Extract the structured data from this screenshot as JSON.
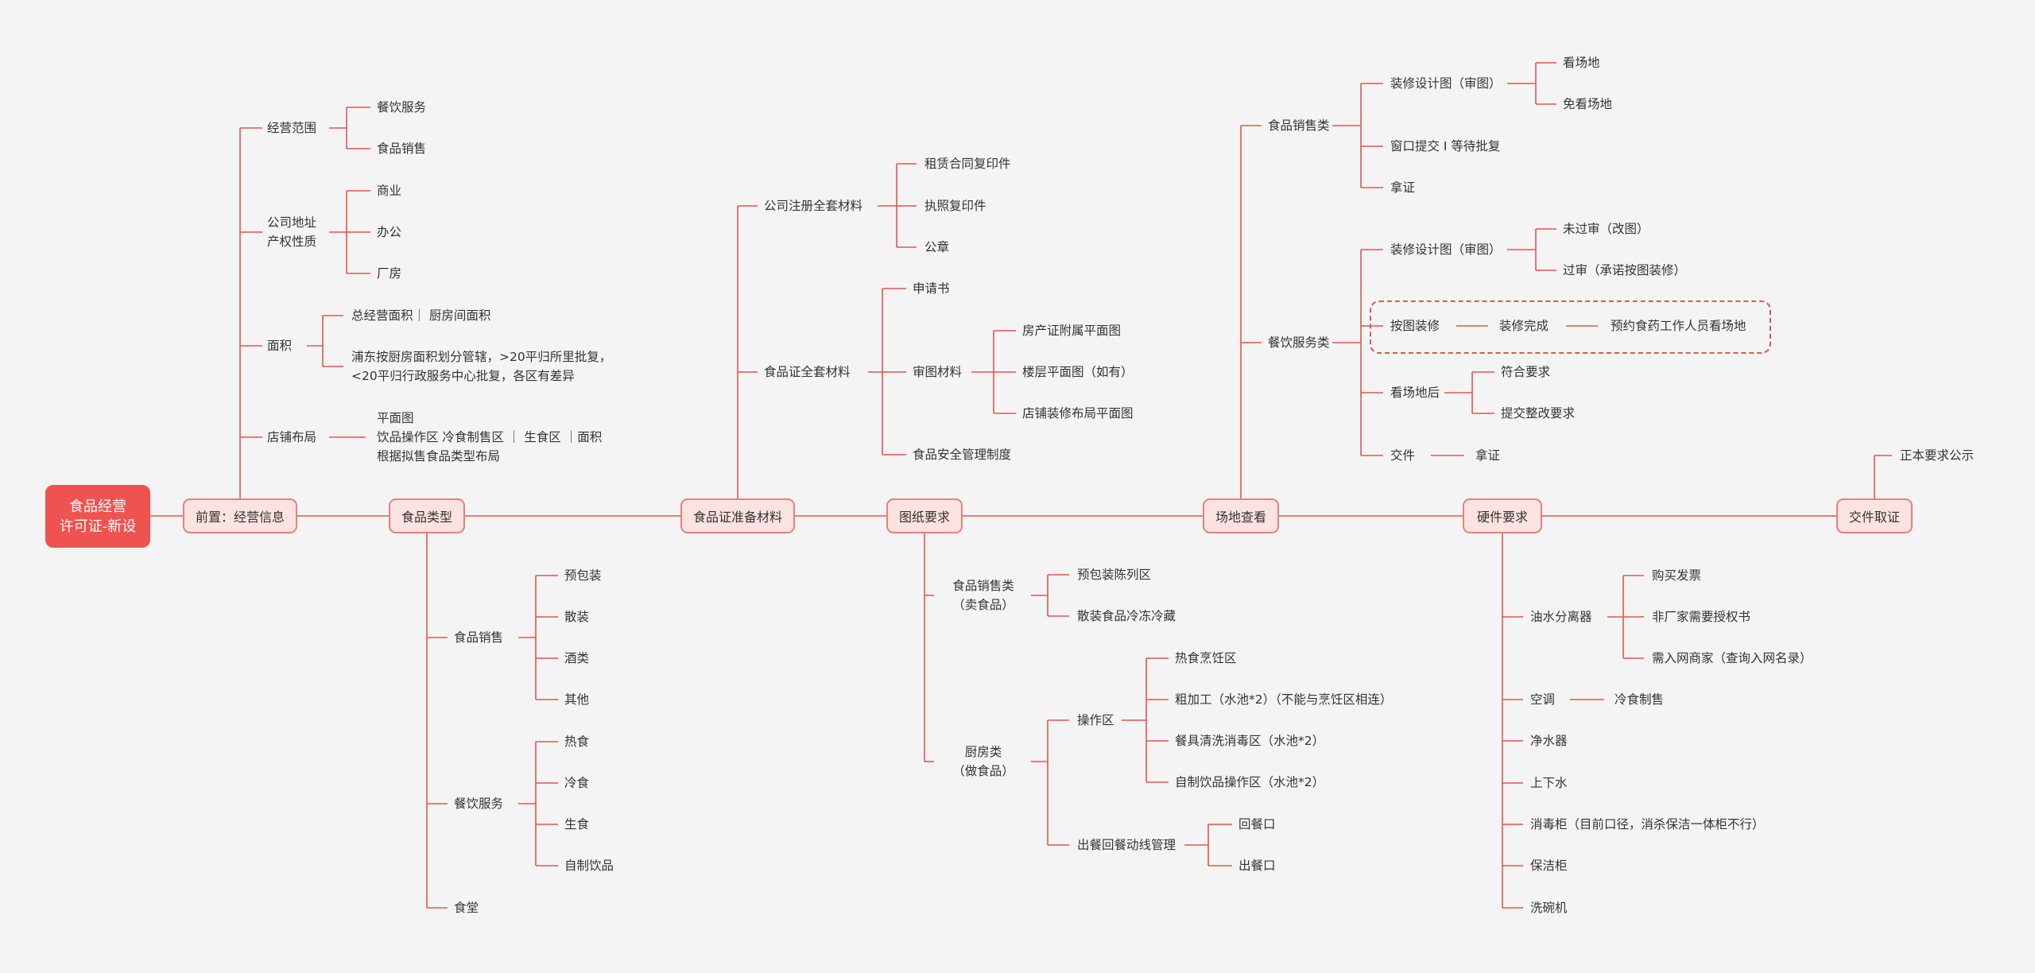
{
  "root": {
    "title": "食品经营\n许可证-新设"
  },
  "main": [
    {
      "label": "前置：经营信息"
    },
    {
      "label": "食品类型"
    },
    {
      "label": "食品证准备材料"
    },
    {
      "label": "图纸要求"
    },
    {
      "label": "场地查看"
    },
    {
      "label": "硬件要求"
    },
    {
      "label": "交件取证"
    }
  ],
  "prereq": {
    "scope": {
      "label": "经营范围",
      "children": [
        "餐饮服务",
        "食品销售"
      ]
    },
    "address": {
      "label": "公司地址\n产权性质",
      "children": [
        "商业",
        "办公",
        "厂房"
      ]
    },
    "area": {
      "label": "面积",
      "children": [
        "总经营面积｜ 厨房间面积",
        "浦东按厨房面积划分管辖，>20平归所里批复，\n<20平归行政服务中心批复，各区有差异"
      ]
    },
    "layout": {
      "label": "店铺布局",
      "note": "平面图\n饮品操作区  冷食制售区  ｜ 生食区  ｜面积\n根据拟售食品类型布局"
    }
  },
  "food_types": {
    "sales": {
      "label": "食品销售",
      "children": [
        "预包装",
        "散装",
        "酒类",
        "其他"
      ]
    },
    "catering": {
      "label": "餐饮服务",
      "children": [
        "热食",
        "冷食",
        "生食",
        "自制饮品"
      ]
    },
    "canteen": {
      "label": "食堂"
    }
  },
  "materials": {
    "company": {
      "label": "公司注册全套材料",
      "children": [
        "租赁合同复印件",
        "执照复印件",
        "公章"
      ]
    },
    "license": {
      "label": "食品证全套材料",
      "application": "申请书",
      "review": {
        "label": "审图材料",
        "children": [
          "房产证附属平面图",
          "楼层平面图（如有）",
          "店铺装修布局平面图"
        ]
      },
      "safety": "食品安全管理制度"
    }
  },
  "drawings": {
    "sales": {
      "label": "食品销售类\n（卖食品）",
      "children": [
        "预包装陈列区",
        "散装食品冷冻冷藏"
      ]
    },
    "kitchen": {
      "label": "厨房类\n（做食品）",
      "ops": {
        "label": "操作区",
        "children": [
          "热食烹饪区",
          "粗加工（水池*2）（不能与烹饪区相连）",
          "餐具清洗消毒区（水池*2）",
          "自制饮品操作区（水池*2）"
        ]
      },
      "flow": {
        "label": "出餐回餐动线管理",
        "children": [
          "回餐口",
          "出餐口"
        ]
      }
    }
  },
  "site": {
    "sales": {
      "label": "食品销售类",
      "design": {
        "label": "装修设计图（审图）",
        "children": [
          "看场地",
          "免看场地"
        ]
      },
      "window": "窗口提交 I 等待批复",
      "cert": "拿证"
    },
    "catering": {
      "label": "餐饮服务类",
      "design": {
        "label": "装修设计图（审图）",
        "children": [
          "未过审（改图）",
          "过审（承诺按图装修）"
        ]
      },
      "chain": [
        "按图装修",
        "装修完成",
        "预约食药工作人员看场地"
      ],
      "after": {
        "label": "看场地后",
        "children": [
          "符合要求",
          "提交整改要求"
        ]
      },
      "submit": {
        "label": "交件",
        "child": "拿证"
      }
    }
  },
  "hardware": {
    "separator": {
      "label": "油水分离器",
      "children": [
        "购买发票",
        "非厂家需要授权书",
        "需入网商家（查询入网名录）"
      ]
    },
    "ac": {
      "label": "空调",
      "child": "冷食制售"
    },
    "items": [
      "净水器",
      "上下水",
      "消毒柜（目前口径，消杀保洁一体柜不行）",
      "保洁柜",
      "洗碗机"
    ]
  },
  "final": {
    "note": "正本要求公示"
  },
  "colors": {
    "line": "#e6534f",
    "root": "#ef5350",
    "box_fill": "#fbe3e1",
    "box_border": "#e8807b",
    "background": "#f5f4f4"
  }
}
